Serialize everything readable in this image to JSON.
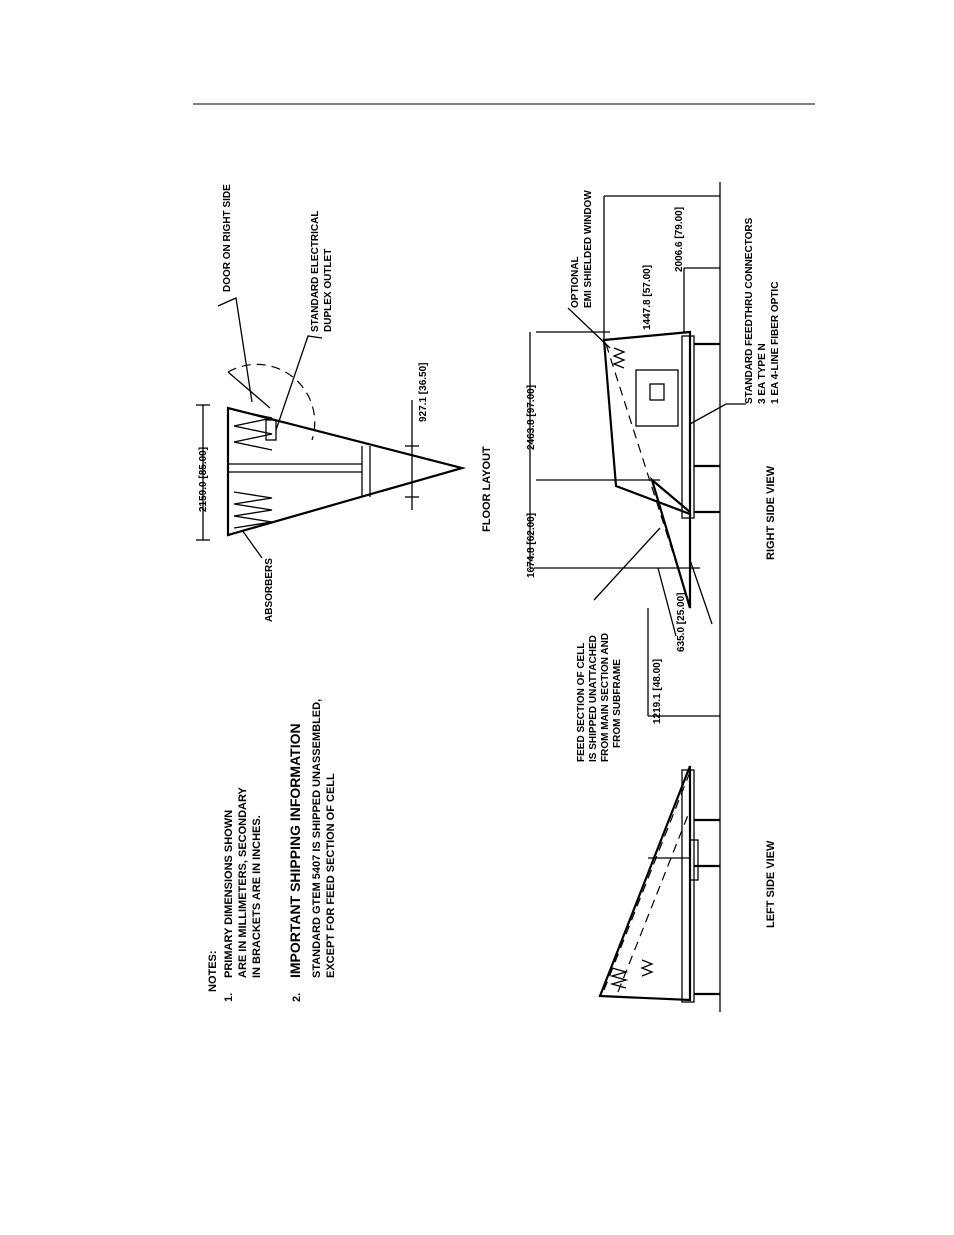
{
  "notes": {
    "heading": "NOTES:",
    "n1_num": "1.",
    "n1_lines": [
      "PRIMARY DIMENSIONS SHOWN",
      "ARE IN MILLIMETERS, SECONDARY",
      "IN BRACKETS ARE IN INCHES."
    ],
    "n2_num": "2.",
    "n2_title": "IMPORTANT  SHIPPING  INFORMATION",
    "n2_lines": [
      "STANDARD GTEM 5407 IS SHIPPED UNASSEMBLED,",
      "EXCEPT FOR FEED SECTION OF CELL"
    ]
  },
  "floor_layout": {
    "title": "FLOOR  LAYOUT",
    "dim_width": "2159.0 [85.00]",
    "dim_apex": "927.1 [36.50]",
    "callout_door": "DOOR ON RIGHT SIDE",
    "callout_outlet": [
      "STANDARD ELECTRICAL",
      "DUPLEX OUTLET"
    ],
    "callout_absorbers": "ABSORBERS"
  },
  "right_side_view": {
    "title": "RIGHT  SIDE  VIEW",
    "dim_1674": "1674.8 [62.00]",
    "dim_2463": "2463.8 [97.00]",
    "dim_1447": "1447.8 [57.00]",
    "dim_2006": "2006.6 [79.00]",
    "dim_635": "635.0 [25.00]",
    "dim_1219": "1219.1 [48.00]",
    "callout_window": [
      "OPTIONAL",
      "EMI SHIELDED WINDOW"
    ],
    "callout_feedthru": [
      "STANDARD FEEDTHRU CONNECTORS",
      "3 EA TYPE N",
      "1 EA 4-LINE FIBER OPTIC"
    ],
    "callout_feed": [
      "FEED SECTION OF CELL",
      "IS SHIPPED UNATTACHED",
      "FROM MAIN SECTION AND",
      "FROM SUBFRAME"
    ]
  },
  "left_side_view": {
    "title": "LEFT  SIDE  VIEW"
  }
}
